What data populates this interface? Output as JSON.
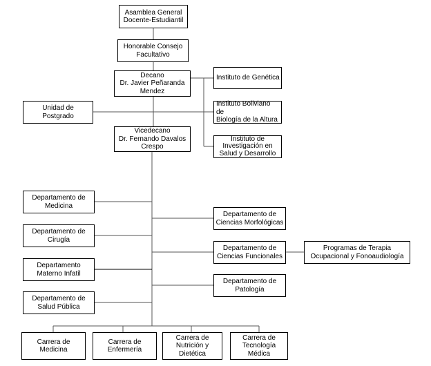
{
  "org_chart": {
    "asamblea": "Asamblea General\nDocente-Estudiantil",
    "consejo": "Honorable Consejo\nFacultativo",
    "decano": "Decano\nDr. Javier Peñaranda\nMendez",
    "vicedecano": "Vicedecano\nDr. Fernando Davalos\nCrespo",
    "unidad_postgrado": "Unidad de\nPostgrado",
    "institutos": [
      "Instituto de Genética",
      "Instituto Boliviano de\nBiología de la Altura",
      "Instituto de\nInvestigación en\nSalud y Desarrollo"
    ],
    "departamentos_izquierda": [
      "Departamento de\nMedicina",
      "Departamento de\nCirugía",
      "Departamento\nMaterno Infatil",
      "Departamento de\nSalud Pública"
    ],
    "departamentos_derecha": [
      "Departamento de\nCiencias Morfológicas",
      "Departamento de\nCiencias Funcionales",
      "Departamento de\nPatología"
    ],
    "programas": "Programas de Terapia\nOcupacional y Fonoaudiología",
    "carreras": [
      "Carrera de\nMedicina",
      "Carrera de\nEnfermería",
      "Carrera de\nNutrición y\nDietética",
      "Carrera de\nTecnología\nMédica"
    ]
  }
}
